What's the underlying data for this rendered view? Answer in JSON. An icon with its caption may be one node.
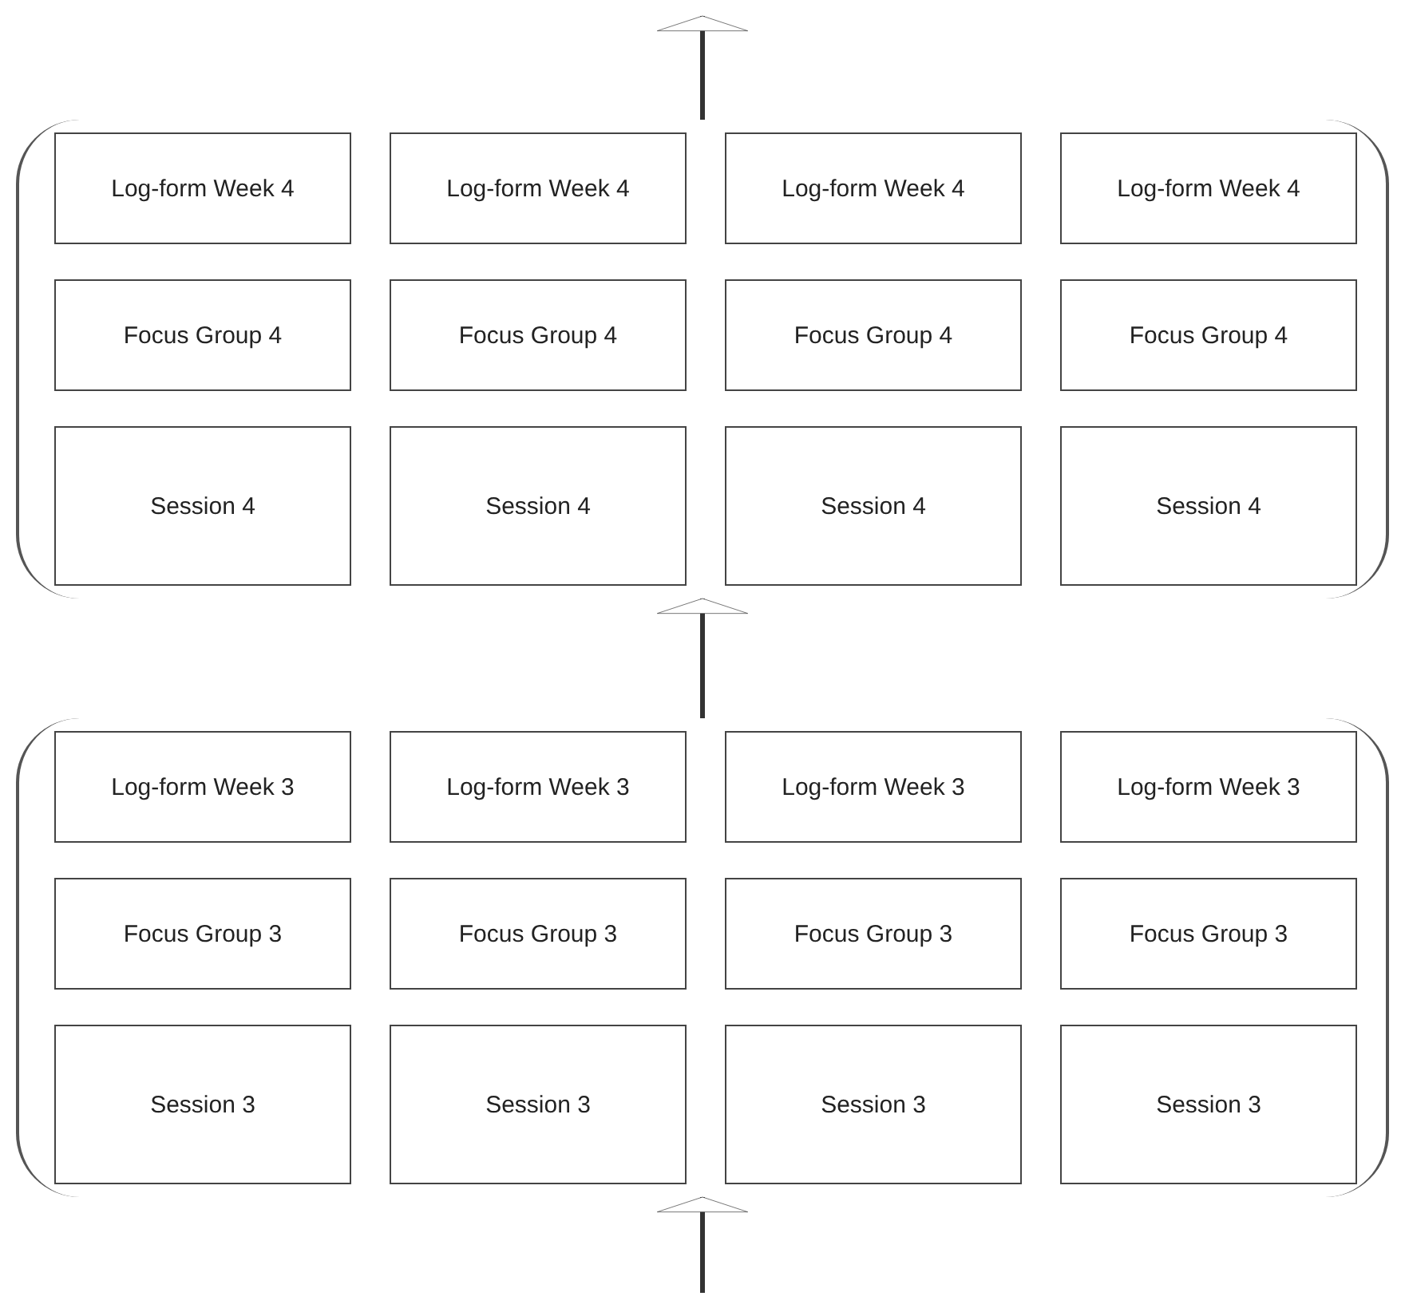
{
  "diagram": {
    "nodes": [
      {
        "text": [],
        "shape": "box"
      },
      {
        "text": [
          "Log-form Week 4"
        ],
        "in": 0
      },
      {
        "text": [
          "Log-form Week 4"
        ],
        "in": 0
      },
      {
        "text": [
          "Log-form Week 4"
        ],
        "in": 0
      },
      {
        "text": [
          "Log-form Week 4"
        ],
        "in": 0
      },
      {
        "text": [
          "Focus Group 4"
        ],
        "in": 0
      },
      {
        "text": [
          "Focus Group 4"
        ],
        "in": 0
      },
      {
        "text": [
          "Focus Group 4"
        ],
        "in": 0
      },
      {
        "text": [
          "Focus Group 4"
        ],
        "in": 0
      },
      {
        "text": [
          "Session 4"
        ],
        "in": 0
      },
      {
        "text": [
          "Session 4"
        ],
        "in": 0
      },
      {
        "text": [
          "Session 4"
        ],
        "in": 0
      },
      {
        "text": [
          "Session 4"
        ],
        "in": 0
      },
      {
        "text": [],
        "shape": "box"
      },
      {
        "text": [
          "Log-form Week 3"
        ],
        "in": 13
      },
      {
        "text": [
          "Log-form Week 3"
        ],
        "in": 13
      },
      {
        "text": [
          "Log-form Week 3"
        ],
        "in": 13
      },
      {
        "text": [
          "Log-form Week 3"
        ],
        "in": 13
      },
      {
        "text": [
          "Focus Group 3"
        ],
        "in": 13
      },
      {
        "text": [
          "Focus Group 3"
        ],
        "in": 13
      },
      {
        "text": [
          "Focus Group 3"
        ],
        "in": 13
      },
      {
        "text": [
          "Focus Group 3"
        ],
        "in": 13
      },
      {
        "text": [
          "Session 3"
        ],
        "in": 13
      },
      {
        "text": [
          "Session 3"
        ],
        "in": 13
      },
      {
        "text": [
          "Session 3"
        ],
        "in": 13
      },
      {
        "text": [
          "Session 3"
        ],
        "in": 13
      }
    ],
    "edges": [
      {
        "from": 0,
        "to": null,
        "arrow": "to"
      },
      {
        "from": 13,
        "to": 0,
        "arrow": "to"
      },
      {
        "from": null,
        "to": 13,
        "arrow": "to"
      }
    ]
  }
}
